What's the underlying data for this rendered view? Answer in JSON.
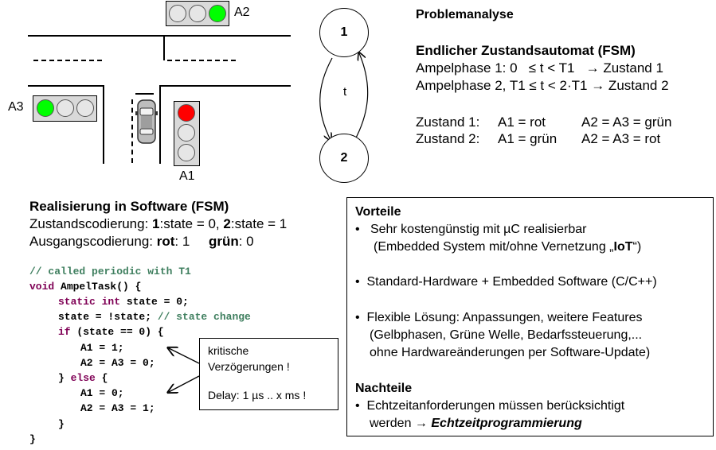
{
  "colors": {
    "red": "#ff0000",
    "green": "#00ff00",
    "off": "#e6e6e6",
    "keyword": "#7f0055",
    "comment": "#3f7f5f"
  },
  "intersection": {
    "labels": {
      "a1": "A1",
      "a2": "A2",
      "a3": "A3"
    },
    "a2_lamps": [
      "off",
      "off",
      "green"
    ],
    "a3_lamps": [
      "green",
      "off",
      "off"
    ],
    "a1_lamps": [
      "red",
      "off",
      "off"
    ]
  },
  "fsm": {
    "state1": "1",
    "state2": "2",
    "transition": "t"
  },
  "analysis": {
    "heading": "Problemanalyse",
    "fsm_title": "Endlicher Zustandsautomat (FSM)",
    "phase1": "Ampelphase 1: 0   ≤ t < T1   → Zustand 1",
    "phase2": "Ampelphase 2, T1 ≤ t < 2·T1 → Zustand 2",
    "state1_label": "Zustand 1:",
    "state1_a1": "A1 = rot",
    "state1_a23": "A2 = A3 = grün",
    "state2_label": "Zustand 2:",
    "state2_a1": "A1 = grün",
    "state2_a23": "A2 = A3 = rot"
  },
  "software": {
    "title": "Realisierung in Software (FSM)",
    "state_coding_prefix": "Zustandscodierung: ",
    "state_coding_1": "1",
    "state_coding_mid": ":state = 0, ",
    "state_coding_2": "2",
    "state_coding_end": ":state = 1",
    "output_coding_prefix": "Ausgangscodierung: ",
    "output_rot": "rot",
    "output_rot_val": ": 1",
    "output_gruen": "grün",
    "output_gruen_val": ": 0"
  },
  "code": {
    "l1": "// called periodic with T1",
    "l2_kw": "void",
    "l2_rest": " AmpelTask() {",
    "l3_kw": "static int",
    "l3_rest": " state = 0;",
    "l4_code": "state = !state; ",
    "l4_comment": "// state change",
    "l5_kw": "if",
    "l5_rest": " (state == 0) {",
    "l6": "A1 = 1;",
    "l7": "A2 = A3 = 0;",
    "l8_pre": "} ",
    "l8_kw": "else",
    "l8_post": " {",
    "l9": "A1 = 0;",
    "l10": "A2 = A3 = 1;",
    "l11": "}",
    "l12": "}"
  },
  "callout": {
    "line1": "kritische",
    "line2": "Verzögerungen !",
    "line3": "Delay: 1 µs .. x ms !"
  },
  "pros_cons": {
    "vorteile_title": "Vorteile",
    "v1_line1": "•   Sehr kostengünstig mit µC realisierbar",
    "v1_line2_pre": "(Embedded System mit/ohne Vernetzung „",
    "v1_line2_bold": "IoT",
    "v1_line2_post": "“)",
    "v2": "•  Standard-Hardware + Embedded Software (C/C++)",
    "v3_line1": "•  Flexible Lösung: Anpassungen, weitere Features",
    "v3_line2": "(Gelbphasen, Grüne Welle, Bedarfssteuerung,...",
    "v3_line3": "ohne Hardwareänderungen per Software-Update)",
    "nachteile_title": "Nachteile",
    "n1_line1": "•  Echtzeitanforderungen müssen berücksichtigt",
    "n1_line2_pre": "werden → ",
    "n1_line2_bold": "Echtzeitprogrammierung"
  }
}
